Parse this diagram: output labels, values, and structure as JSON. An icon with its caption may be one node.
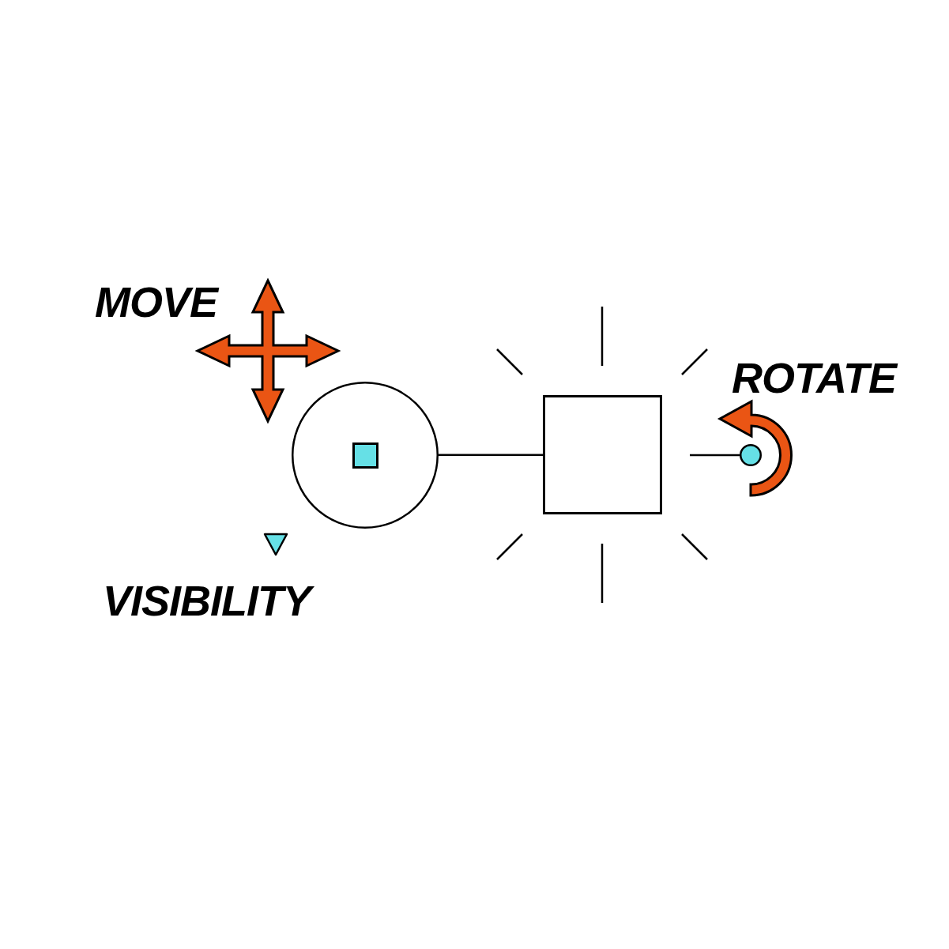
{
  "diagram": {
    "nodes": [
      {
        "text": [],
        "shape": "circle"
      },
      {
        "text": [],
        "shape": "box"
      },
      {
        "text": [],
        "shape": "circle"
      }
    ],
    "edges": [
      {
        "from": 0,
        "to": 1,
        "arrow": "none"
      },
      {
        "from": null,
        "to": 2,
        "arrow": "none"
      }
    ],
    "labels": [
      "MOVE",
      "ROTATE",
      "VISIBILITY"
    ]
  }
}
